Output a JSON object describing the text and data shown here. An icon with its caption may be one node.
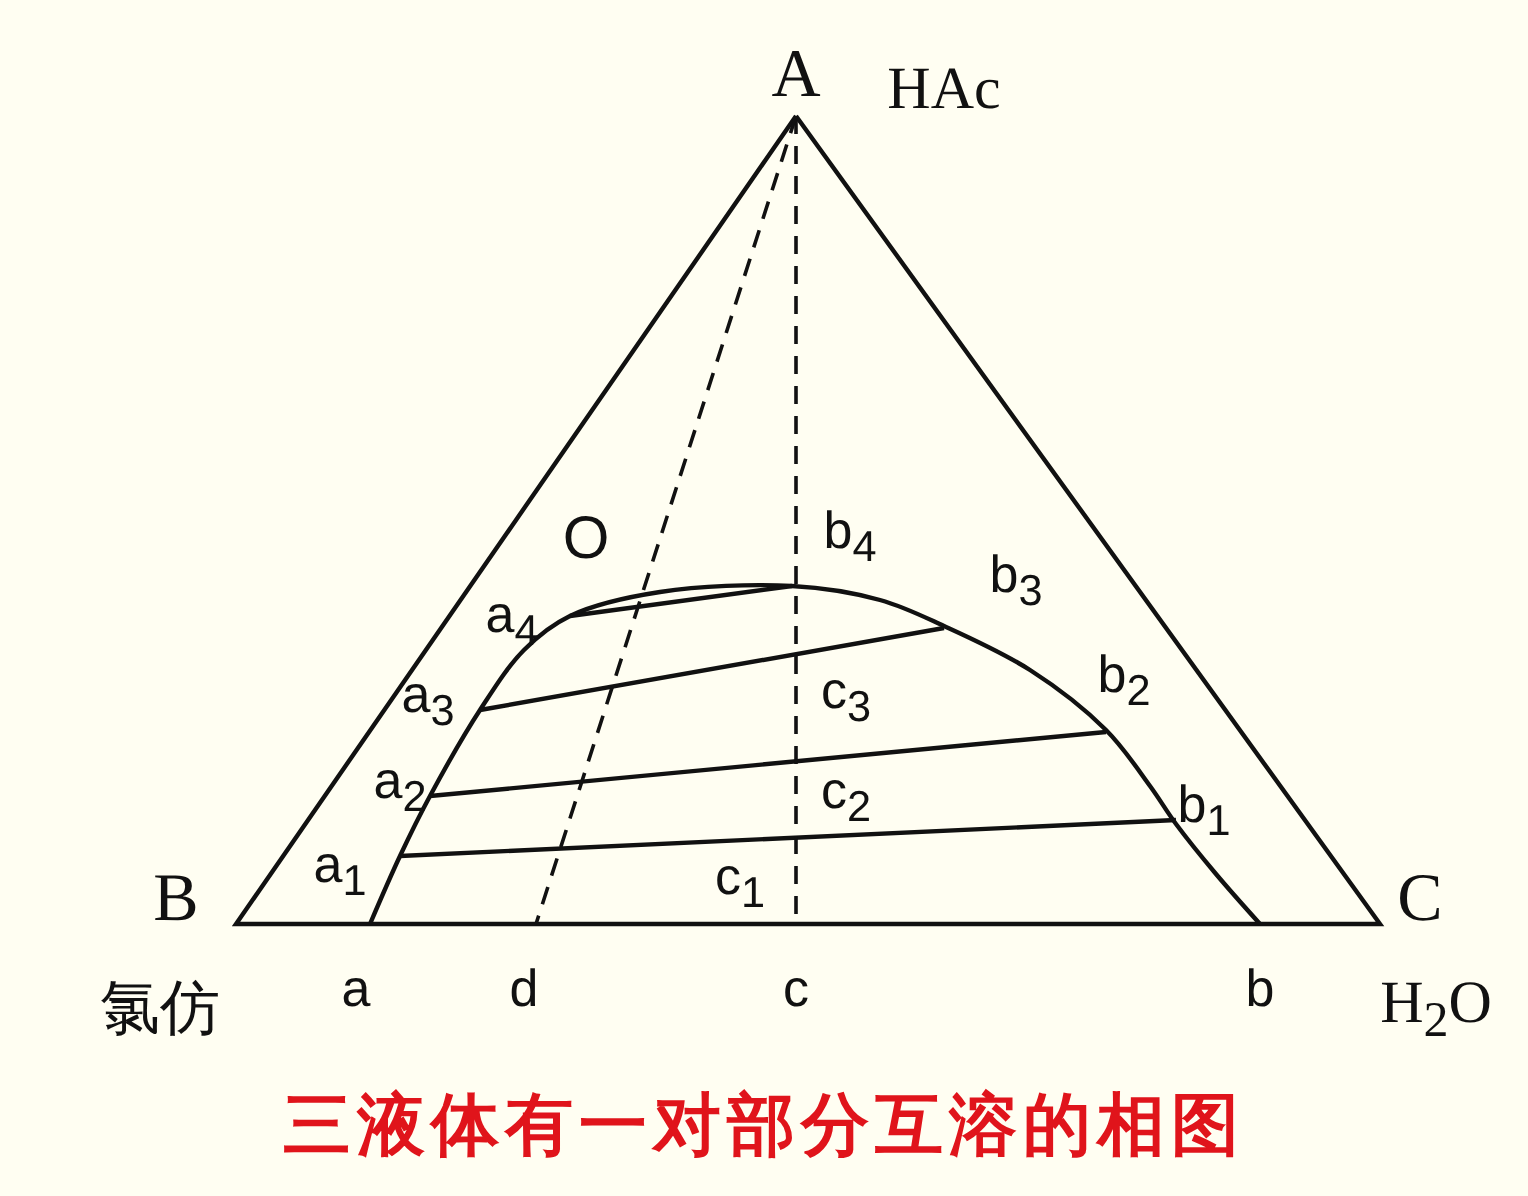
{
  "diagram": {
    "caption": "三液体有一对部分互溶的相图",
    "labels": [
      "A",
      "HAc",
      "O",
      "b$_{4}$",
      "b$_{3}$",
      "a$_{4}$",
      "a$_{3}$",
      "c$_{3}$",
      "b$_{2}$",
      "a$_{2}$",
      "c$_{2}$",
      "b$_{1}$",
      "B",
      "a$_{1}$",
      "c$_{1}$",
      "C",
      "氯仿",
      "a",
      "d",
      "c",
      "b",
      "H$_{2}$O"
    ]
  }
}
